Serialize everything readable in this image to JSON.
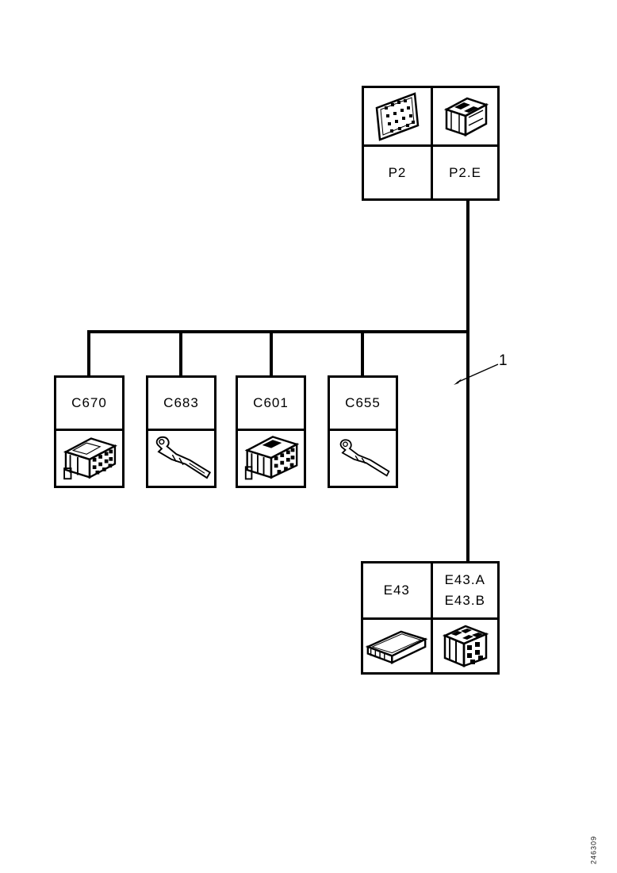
{
  "page": {
    "background": "#ffffff",
    "ink": "#000000"
  },
  "diagram": {
    "callout": {
      "label": "1"
    },
    "corner_text": "246309",
    "top_group": {
      "cells": [
        {
          "label": "P2",
          "image": "board-connector-icon"
        },
        {
          "label": "P2.E",
          "image": "block-connector-icon"
        }
      ]
    },
    "branch_boxes": [
      {
        "label": "C670",
        "image": "connector-block-icon"
      },
      {
        "label": "C683",
        "image": "terminal-pin-icon"
      },
      {
        "label": "C601",
        "image": "connector-block-icon"
      },
      {
        "label": "C655",
        "image": "terminal-pin-icon"
      }
    ],
    "bottom_group": {
      "cells": [
        {
          "label": "E43",
          "image": "control-module-icon"
        },
        {
          "label_line1": "E43.A",
          "label_line2": "E43.B",
          "image": "cube-connector-icon"
        }
      ]
    }
  }
}
